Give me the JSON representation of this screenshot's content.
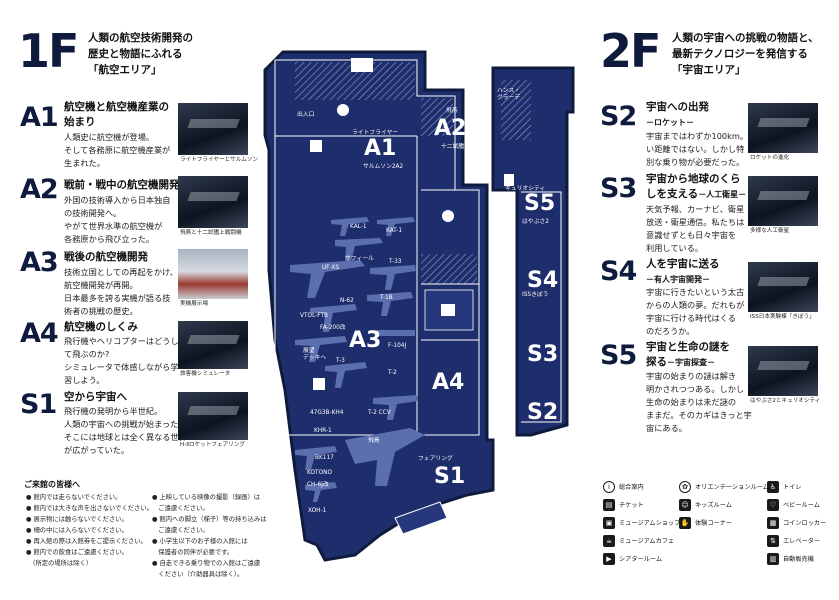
{
  "floor1": {
    "number": "1F",
    "title_lines": [
      "人類の航空技術開発の",
      "歴史と物語にふれる",
      "「航空エリア」"
    ],
    "entries": [
      {
        "code": "A1",
        "title_lines": [
          "航空機と航空機産業の",
          "始まり"
        ],
        "desc_lines": [
          "人類史に航空機が登場。",
          "そして各務原に航空機産業が",
          "生まれた。"
        ],
        "caption": "ライトフライヤーとサルムソン"
      },
      {
        "code": "A2",
        "title_lines": [
          "戦前・戦中の航空機開発"
        ],
        "desc_lines": [
          "外国の技術導入から日本独自",
          "の技術開発へ。",
          "やがて世界水準の航空機が",
          "各務原から飛び立った。"
        ],
        "caption": "飛燕と十二試艦上戦闘機"
      },
      {
        "code": "A3",
        "title_lines": [
          "戦後の航空機開発"
        ],
        "desc_lines": [
          "技術立国としての再起をかけ、",
          "航空機開発が再開。",
          "日本最多を誇る実機が語る技",
          "術者の挑戦の歴史。"
        ],
        "caption": "実機展示場"
      },
      {
        "code": "A4",
        "title_lines": [
          "航空機のしくみ"
        ],
        "desc_lines": [
          "飛行機やヘリコプターはどうし",
          "て飛ぶのか?",
          "シミュレータで体感しながら学",
          "習しよう。"
        ],
        "caption": "旅客機シミュレータ"
      },
      {
        "code": "S1",
        "title_lines": [
          "空から宇宙へ"
        ],
        "desc_lines": [
          "飛行機の発明から半世紀。",
          "人類の宇宙への挑戦が始まった。",
          "そこには地球とは全く異なる世界",
          "が広がっていた。"
        ],
        "caption": "H-Ⅱロケットフェアリング"
      }
    ]
  },
  "floor2": {
    "number": "2F",
    "title_lines": [
      "人類の宇宙への挑戦の物語と、",
      "最新テクノロジーを発信する",
      "「宇宙エリア」"
    ],
    "entries": [
      {
        "code": "S2",
        "title": "宇宙への出発",
        "subtitle": "－ロケット－",
        "desc_lines": [
          "宇宙まではわずか100km。遠",
          "い距離ではない。しかし特",
          "別な乗り物が必要だった。"
        ],
        "caption": "ロケットの進化"
      },
      {
        "code": "S3",
        "title": "宇宙から地球のくら",
        "title2": "しを支える",
        "subtitle": "－人工衛星－",
        "desc_lines": [
          "天気予報、カーナビ、衛星",
          "放送・衛星通信。私たちは",
          "意識せずとも日々宇宙を",
          "利用している。"
        ],
        "caption": "多様な人工衛星"
      },
      {
        "code": "S4",
        "title": "人を宇宙に送る",
        "subtitle": "－有人宇宙開発－",
        "desc_lines": [
          "宇宙に行きたいという太古",
          "からの人類の夢。だれもが",
          "宇宙に行ける時代はくる",
          "のだろうか。"
        ],
        "caption": "ISS日本実験棟「きぼう」"
      },
      {
        "code": "S5",
        "title": "宇宙と生命の謎を",
        "title2": "探る",
        "subtitle": "－宇宙探査－",
        "desc_lines": [
          "宇宙の始まりの謎は解き",
          "明かされつつある。しかし",
          "生命の始まりは未だ謎の",
          "ままだ。そのカギはきっと宇",
          "宙にある。"
        ],
        "caption": "はやぶさ2とキュリオシティ"
      }
    ]
  },
  "map": {
    "zones": [
      "A1",
      "A2",
      "A3",
      "A4",
      "S1",
      "S2",
      "S3",
      "S4",
      "S5"
    ],
    "labels": {
      "entrance": "出入口",
      "wright": "ライトフライヤー",
      "salmson": "サルムソン2A2",
      "hien": "飛燕",
      "zero12": "十二試艦戦",
      "hans": "ハンス・\nグラーデ",
      "curiosity": "キュリオシティ",
      "hayabusa": "はやぶさ2",
      "iss": "ISSきぼう",
      "kal1": "KAL-1",
      "kat1": "KAT-1",
      "safeel": "サフィール",
      "t33": "T-33",
      "ufxs": "UF-XS",
      "t1b": "T-1B",
      "n62": "N-62",
      "vtolftb": "VTOL-FTB",
      "fa200": "FA-200改",
      "t3": "T-3",
      "f104j": "F-104J",
      "t2": "T-2",
      "deck": "展望\nデッキへ",
      "47g3b": "47G3B-KH4",
      "t2ccv": "T-2 CCV",
      "khr1": "KHR-1",
      "hishō": "飛鳥",
      "bk117": "BK117",
      "fairing": "フェアリング",
      "kotono": "KOTONO",
      "ch6jk": "CH-6J改",
      "xoh1": "XOH-1"
    }
  },
  "notices": {
    "title": "ご来館の皆様へ",
    "left": [
      "● 館内では走らないでください。",
      "● 館内では大きな声を出さないでください。",
      "● 展示物には触らないでください。",
      "● 柵の中には入らないでください。",
      "● 再入館の際は入館券をご提示ください。",
      "● 館内での飲食はご遠慮ください。",
      "　（所定の場所は除く）"
    ],
    "right": [
      "● 上映している映像の撮影（録画）は",
      "　ご遠慮ください。",
      "● 館内への脚立（梯子）等の持ち込みは",
      "　ご遠慮ください。",
      "● 小学生以下のお子様の入館には",
      "　保護者の同伴が必要です。",
      "● 自走できる乗り物での入館はご遠慮",
      "　ください（介助器具は除く）。"
    ]
  },
  "legend": [
    {
      "icon": "info-icon",
      "glyph": "i",
      "round": true,
      "label": "総合案内"
    },
    {
      "icon": "orientation-room-icon",
      "glyph": "✿",
      "round": true,
      "label": "オリエンテーションルーム"
    },
    {
      "icon": "toilet-icon",
      "glyph": "♿",
      "round": false,
      "label": "トイレ"
    },
    {
      "icon": "ticket-icon",
      "glyph": "▤",
      "round": false,
      "label": "チケット"
    },
    {
      "icon": "kids-room-icon",
      "glyph": "☺",
      "round": false,
      "label": "キッズルーム"
    },
    {
      "icon": "baby-room-icon",
      "glyph": "♡",
      "round": false,
      "label": "ベビールーム"
    },
    {
      "icon": "museum-shop-icon",
      "glyph": "▣",
      "round": false,
      "label": "ミュージアムショップ"
    },
    {
      "icon": "experience-corner-icon",
      "glyph": "✋",
      "round": false,
      "label": "体験コーナー"
    },
    {
      "icon": "coin-locker-icon",
      "glyph": "▦",
      "round": false,
      "label": "コインロッカー"
    },
    {
      "icon": "museum-cafe-icon",
      "glyph": "☕",
      "round": false,
      "label": "ミュージアムカフェ"
    },
    {
      "icon": "elevator-icon",
      "glyph": "⇅",
      "round": false,
      "label": "エレベーター"
    },
    {
      "icon": "theater-room-icon",
      "glyph": "▶",
      "round": false,
      "label": "シアタールーム"
    },
    {
      "icon": "vending-machine-icon",
      "glyph": "▥",
      "round": false,
      "label": "自動販売機"
    }
  ]
}
